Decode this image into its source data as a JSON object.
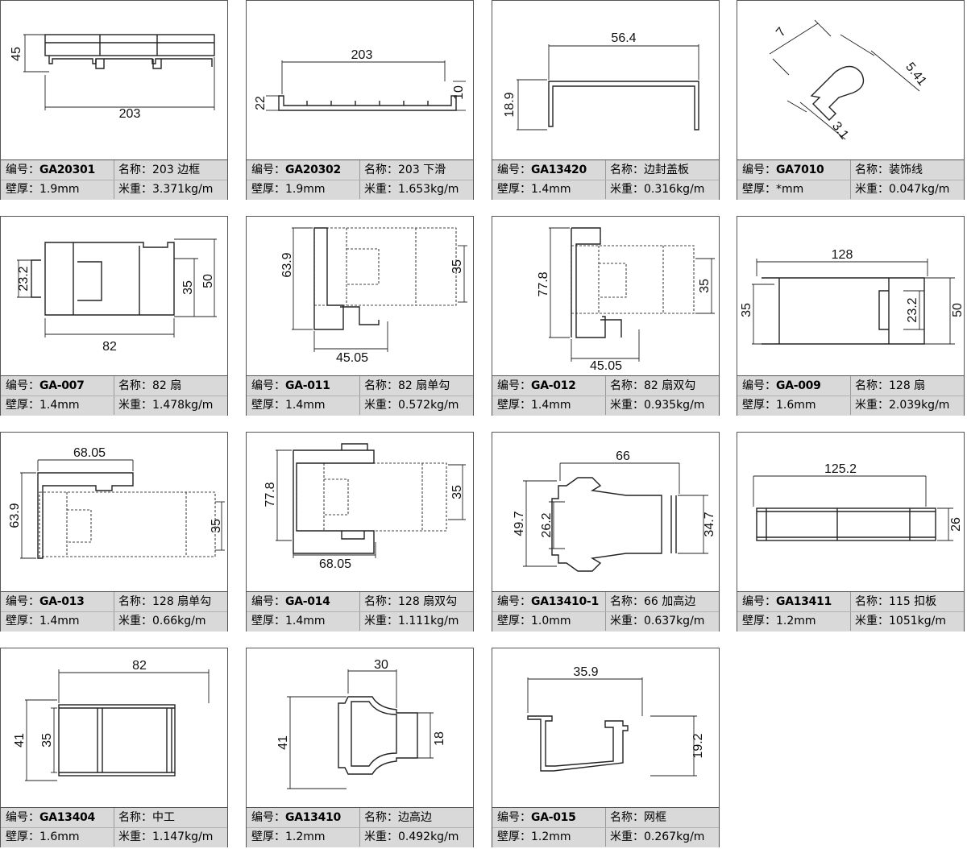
{
  "labels": {
    "code_label": "编号：",
    "name_label": "名称：",
    "wall_label": "壁厚：",
    "weight_label": "米重："
  },
  "profiles": [
    {
      "code": "GA20301",
      "name": "203 边框",
      "wall": "1.9mm",
      "weight": "3.371kg/m",
      "dims": [
        "45",
        "203"
      ]
    },
    {
      "code": "GA20302",
      "name": "203 下滑",
      "wall": "1.9mm",
      "weight": "1.653kg/m",
      "dims": [
        "203",
        "22",
        "10"
      ]
    },
    {
      "code": "GA13420",
      "name": "边封盖板",
      "wall": "1.4mm",
      "weight": "0.316kg/m",
      "dims": [
        "56.4",
        "18.9"
      ]
    },
    {
      "code": "GA7010",
      "name": "装饰线",
      "wall": "*mm",
      "weight": "0.047kg/m",
      "dims": [
        "7",
        "5.41",
        "3.1"
      ]
    },
    {
      "code": "GA-007",
      "name": "82 扇",
      "wall": "1.4mm",
      "weight": "1.478kg/m",
      "dims": [
        "23.2",
        "35",
        "50",
        "82"
      ]
    },
    {
      "code": "GA-011",
      "name": "82 扇单勾",
      "wall": "1.4mm",
      "weight": "0.572kg/m",
      "dims": [
        "63.9",
        "35",
        "45.05"
      ]
    },
    {
      "code": "GA-012",
      "name": "82 扇双勾",
      "wall": "1.4mm",
      "weight": "0.935kg/m",
      "dims": [
        "77.8",
        "35",
        "45.05"
      ]
    },
    {
      "code": "GA-009",
      "name": "128 扇",
      "wall": "1.6mm",
      "weight": "2.039kg/m",
      "dims": [
        "128",
        "35",
        "23.2",
        "50"
      ]
    },
    {
      "code": "GA-013",
      "name": "128 扇单勾",
      "wall": "1.4mm",
      "weight": "0.66kg/m",
      "dims": [
        "68.05",
        "63.9",
        "35"
      ]
    },
    {
      "code": "GA-014",
      "name": "128 扇双勾",
      "wall": "1.4mm",
      "weight": "1.111kg/m",
      "dims": [
        "77.8",
        "35",
        "68.05"
      ]
    },
    {
      "code": "GA13410-1",
      "name": "66 加高边",
      "wall": "1.0mm",
      "weight": "0.637kg/m",
      "dims": [
        "66",
        "49.7",
        "26.2",
        "34.7"
      ]
    },
    {
      "code": "GA13411",
      "name": "115 扣板",
      "wall": "1.2mm",
      "weight": "1051kg/m",
      "dims": [
        "125.2",
        "26"
      ]
    },
    {
      "code": "GA13404",
      "name": "中工",
      "wall": "1.6mm",
      "weight": "1.147kg/m",
      "dims": [
        "82",
        "41",
        "35"
      ]
    },
    {
      "code": "GA13410",
      "name": "边高边",
      "wall": "1.2mm",
      "weight": "0.492kg/m",
      "dims": [
        "30",
        "41",
        "18"
      ]
    },
    {
      "code": "GA-015",
      "name": "网框",
      "wall": "1.2mm",
      "weight": "0.267kg/m",
      "dims": [
        "35.9",
        "19.2"
      ]
    }
  ]
}
